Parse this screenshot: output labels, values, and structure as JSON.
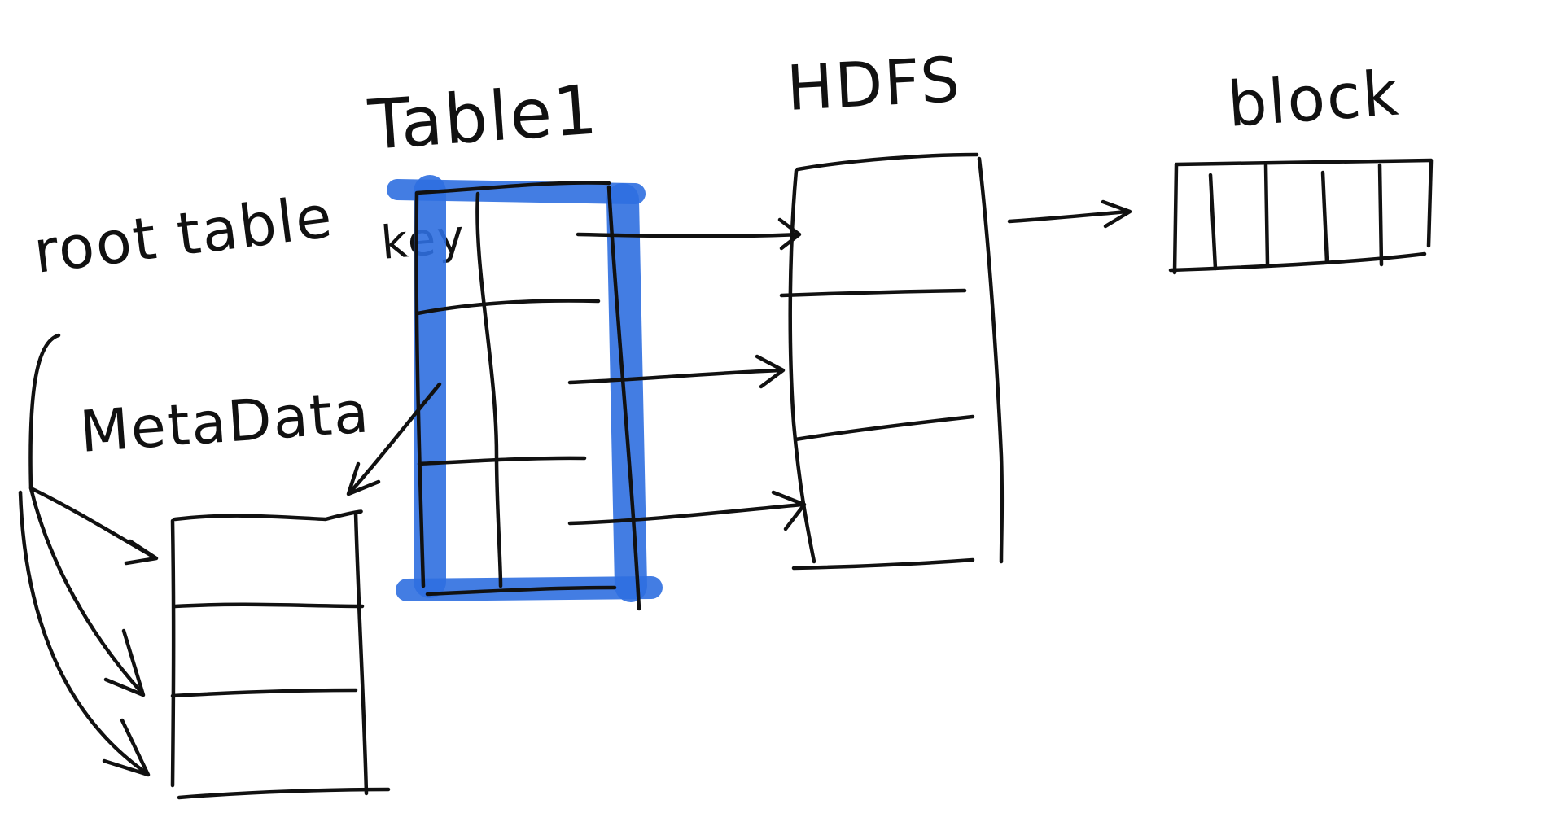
{
  "labels": {
    "table1": "Table1",
    "hdfs": "HDFS",
    "block": "block",
    "root_table": "root table",
    "key": "key",
    "metadata": "MetaData"
  },
  "colors": {
    "ink": "#111111",
    "highlight": "#2f6fe0",
    "background": "#ffffff"
  }
}
